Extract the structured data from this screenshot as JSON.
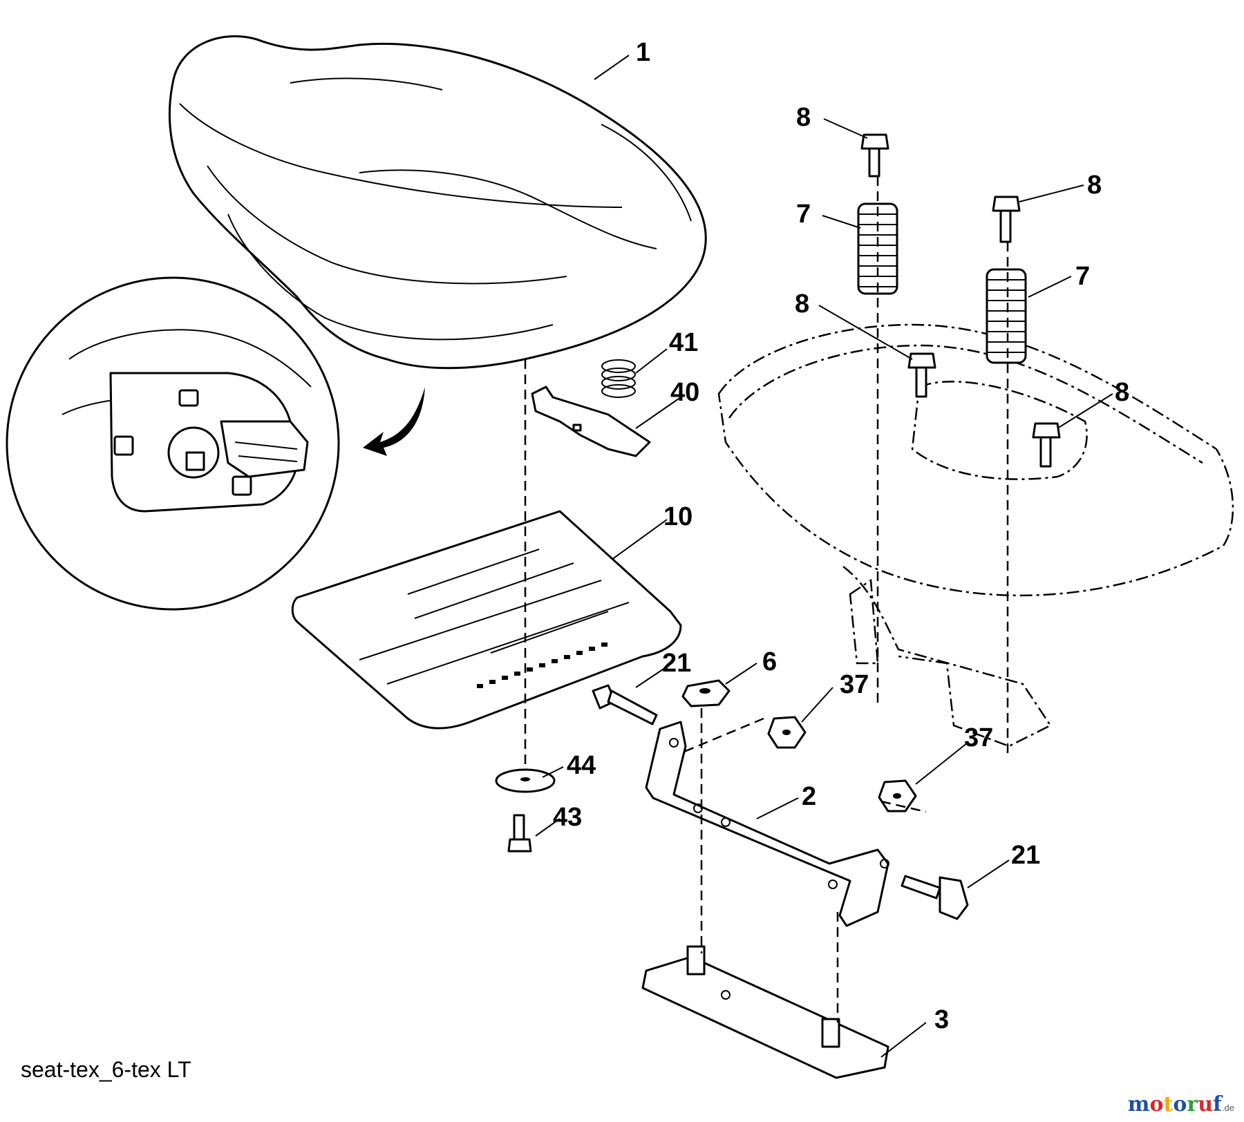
{
  "callouts": {
    "c1": "1",
    "c2": "2",
    "c3": "3",
    "c6": "6",
    "c7a": "7",
    "c7b": "7",
    "c8a": "8",
    "c8b": "8",
    "c8c": "8",
    "c8d": "8",
    "c10": "10",
    "c21a": "21",
    "c21b": "21",
    "c37a": "37",
    "c37b": "37",
    "c40": "40",
    "c41": "41",
    "c43": "43",
    "c44": "44"
  },
  "caption": "seat-tex_6-tex LT",
  "watermark": {
    "name": "motoruf",
    "tld": ".de",
    "colors": [
      "#1f4fa8",
      "#d8262d",
      "#f2a900",
      "#1f4fa8",
      "#2e9d3a",
      "#d8262d",
      "#1f4fa8"
    ]
  }
}
